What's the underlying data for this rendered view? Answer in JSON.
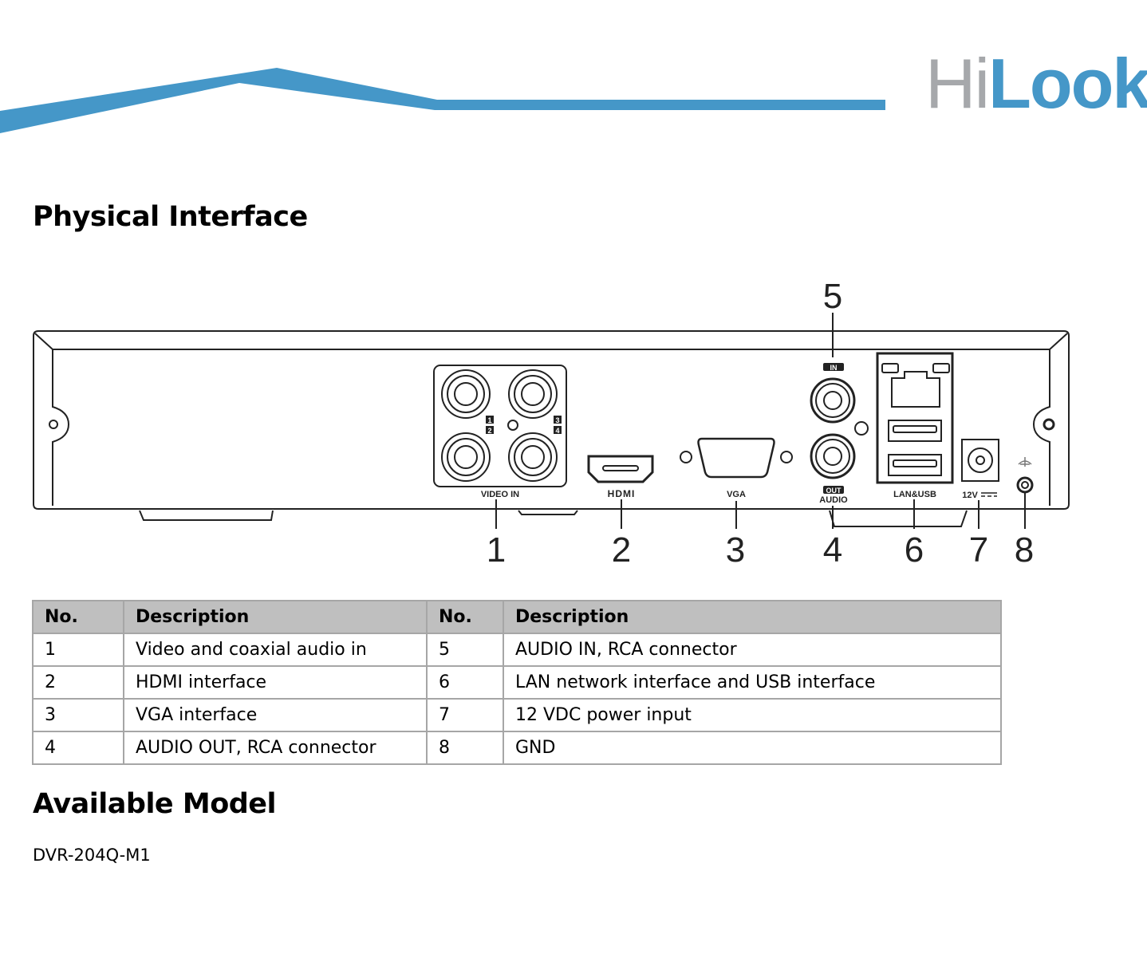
{
  "brand": {
    "logo_text": "HiLook",
    "logo_gray": "#a6a8ab",
    "logo_blue": "#4597c8",
    "banner_color": "#4597c8"
  },
  "sections": {
    "physical_interface_title": "Physical Interface",
    "available_model_title": "Available Model"
  },
  "diagram": {
    "panel_labels": {
      "video_in": "VIDEO IN",
      "hdmi": "HDMI",
      "vga": "VGA",
      "audio_in_badge": "IN",
      "audio_out_badge": "OUT",
      "audio": "AUDIO",
      "lan_usb": "LAN&USB",
      "power": "12V",
      "bnc_1": "1",
      "bnc_2": "2",
      "bnc_3": "3",
      "bnc_4": "4"
    },
    "callouts": [
      {
        "num": "1",
        "target": "video-in"
      },
      {
        "num": "2",
        "target": "hdmi"
      },
      {
        "num": "3",
        "target": "vga"
      },
      {
        "num": "4",
        "target": "audio-out"
      },
      {
        "num": "5",
        "target": "audio-in"
      },
      {
        "num": "6",
        "target": "lan-usb"
      },
      {
        "num": "7",
        "target": "power"
      },
      {
        "num": "8",
        "target": "gnd"
      }
    ]
  },
  "table": {
    "headers": [
      "No.",
      "Description",
      "No.",
      "Description"
    ],
    "rows": [
      {
        "no_a": "1",
        "desc_a": "Video and coaxial audio in",
        "no_b": "5",
        "desc_b": "AUDIO IN, RCA connector"
      },
      {
        "no_a": "2",
        "desc_a": "HDMI interface",
        "no_b": "6",
        "desc_b": "LAN network interface and USB interface"
      },
      {
        "no_a": "3",
        "desc_a": "VGA interface",
        "no_b": "7",
        "desc_b": "12 VDC power input"
      },
      {
        "no_a": "4",
        "desc_a": "AUDIO OUT, RCA connector",
        "no_b": "8",
        "desc_b": "GND"
      }
    ]
  },
  "model": "DVR-204Q-M1"
}
